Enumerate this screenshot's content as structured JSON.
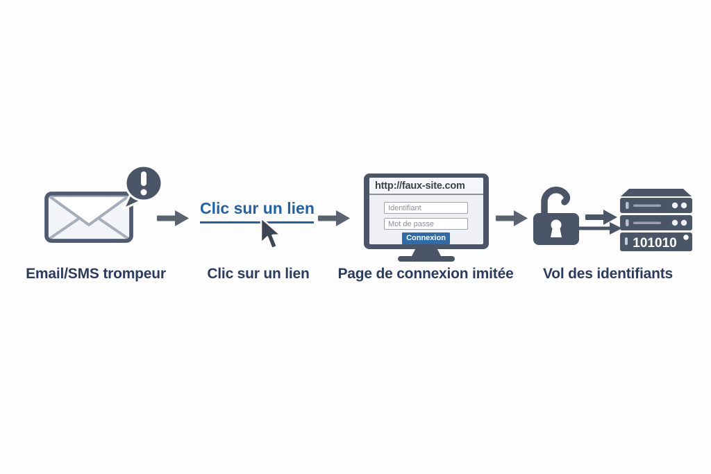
{
  "diagram": {
    "topic": "phishing-attack-flow",
    "steps": [
      {
        "id": "email",
        "label": "Email/SMS trompeur"
      },
      {
        "id": "link-click",
        "label": "Clic sur un lien"
      },
      {
        "id": "fake-login-page",
        "label": "Page de connexion imitée"
      },
      {
        "id": "credential-theft",
        "label": "Vol des identifiants"
      }
    ],
    "link_text": "Clic sur un lien",
    "fake_page": {
      "url": "http://faux-site.com",
      "username_placeholder": "Identifiant",
      "password_placeholder": "Mot de passe",
      "submit_label": "Connexion"
    },
    "server": {
      "binary_text": "101010"
    },
    "icons": [
      "envelope-icon",
      "alert-bubble-icon",
      "flow-arrow-icon",
      "cursor-icon",
      "monitor-icon",
      "open-padlock-icon",
      "server-stack-icon"
    ],
    "colors": {
      "icon_slate": "#4a5668",
      "arrow_gray": "#5a6270",
      "caption_navy": "#2b3b60",
      "link_blue": "#2161a8",
      "button_blue": "#2d6cab",
      "background": "#fdfdfe"
    }
  }
}
